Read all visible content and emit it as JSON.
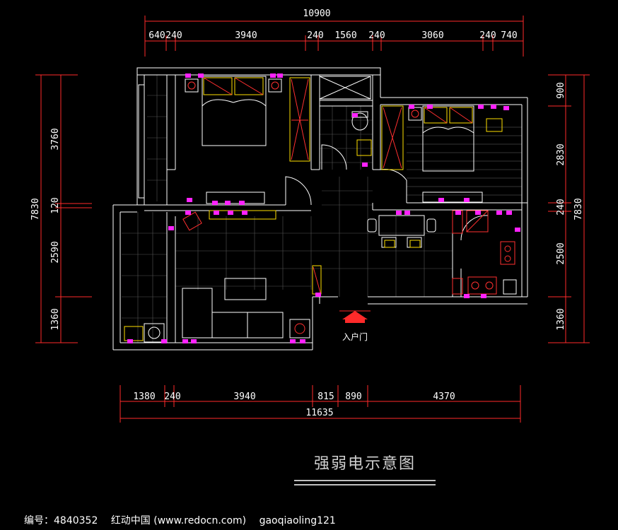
{
  "diagram": {
    "title": "强弱电示意图",
    "entry_label": "入户门",
    "top_dims": {
      "total": "10900",
      "segments": [
        "640",
        "240",
        "3940",
        "240",
        "1560",
        "240",
        "3060",
        "240",
        "740"
      ]
    },
    "bottom_dims": {
      "total": "11635",
      "segments": [
        "1380",
        "240",
        "3940",
        "815",
        "890",
        "4370"
      ]
    },
    "left_dims": {
      "total": "7830",
      "segments": [
        "3760",
        "120",
        "2590",
        "1360"
      ]
    },
    "right_dims": {
      "total": "7830",
      "segments": [
        "900",
        "2830",
        "240",
        "2500",
        "1360"
      ]
    },
    "colors": {
      "background": "#000000",
      "dimension": "#ff2a2a",
      "wall": "#ffffff",
      "socket": "#ff22ff",
      "furniture_accent": "#ffe000"
    }
  },
  "footer": {
    "id_label": "编号：4840352",
    "site": "红动中国 (www.redocn.com)",
    "author": "gaoqiaoling121"
  }
}
